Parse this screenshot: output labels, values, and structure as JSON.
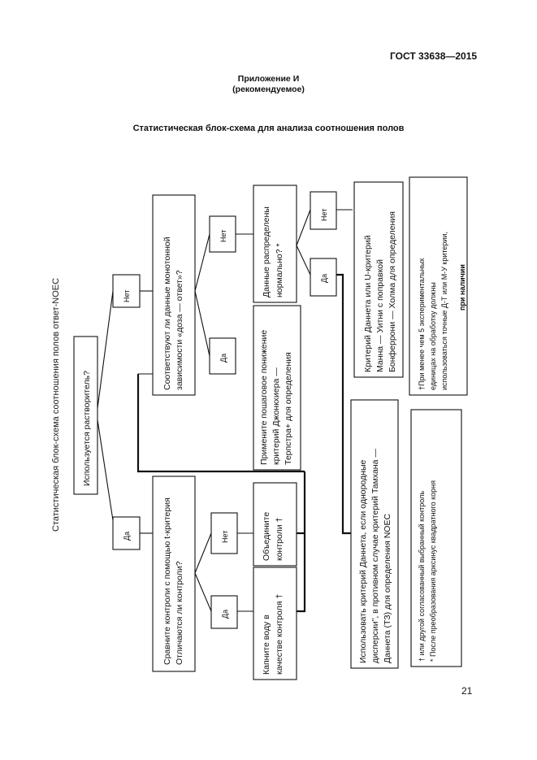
{
  "header": {
    "standard_code": "ГОСТ 33638—2015",
    "appendix": "Приложение И",
    "appendix_status": "(рекомендуемое)",
    "title": "Статистическая блок-схема для анализа соотношения полов",
    "page_number": "21"
  },
  "flowchart": {
    "side_title": "Статистическая блок-схема соотношения полов ответ-NOEC",
    "q_solvent": "Используется растворитель?",
    "yes_1": "Да",
    "no_1": "Нет",
    "q_compare_lines": [
      "Сравните контроли с помощью t-критерия",
      "Отличаются ли контроли?"
    ],
    "q_monotonic_lines": [
      "Соответствуют ли данные монотонной",
      "зависимости «доза — ответ»?"
    ],
    "yes_2": "Да",
    "no_2": "Нет",
    "yes_3": "Да",
    "no_3": "Нет",
    "water_control_lines": [
      "Капните воду в",
      "качестве контроля †"
    ],
    "combine_controls_lines": [
      "Объедините",
      "контроли †"
    ],
    "jonckheere_lines": [
      "Примените пошаговое понижение",
      "критерий Джонкхиера —",
      "Терпстра+ для определения"
    ],
    "q_normal_lines": [
      "Данные распределены",
      "нормально? *"
    ],
    "yes_4": "Да",
    "no_4": "Нет",
    "dunnett_tamhane_lines": [
      "Использовать критерий Даннета, если однородные",
      "дисперсии\", в противном случае критерий Тамхана —",
      "Даннета (ТЗ) для определения NOEC"
    ],
    "dunnett_mann_lines": [
      "Критерий Даннета или U-критерий",
      "Манна — Уитни с поправкой",
      "Бонферрони — Холма для определения"
    ],
    "footnote_left_lines": [
      "† или другой согласованный выбранный контроль",
      "* После преобразования арксинус квадратного корня"
    ],
    "footnote_right_lines": [
      "†При менее чем 5 экспериментальных",
      "единицах на обработку должны",
      "использоваться точные Д-Т или М-У критерии,"
    ],
    "footnote_right_bold": "при наличии"
  }
}
